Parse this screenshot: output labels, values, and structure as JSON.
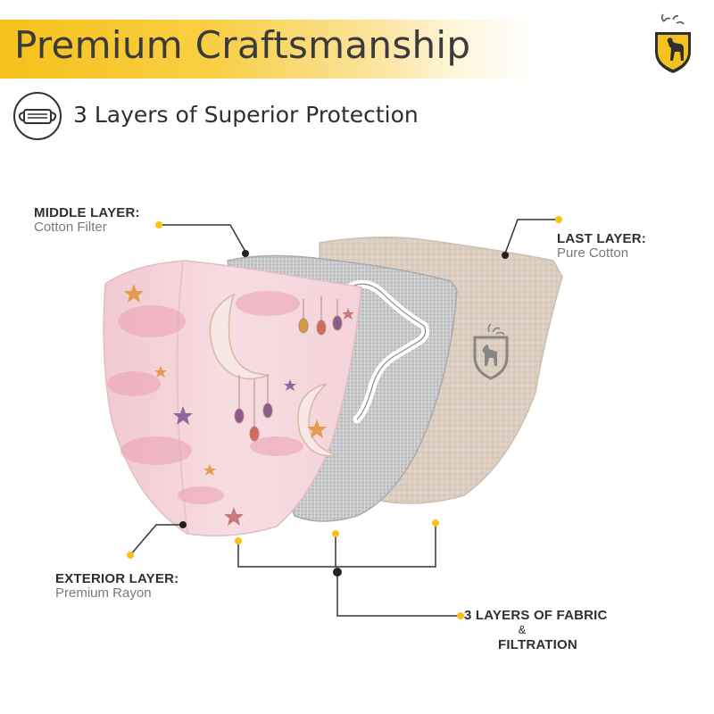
{
  "header": {
    "title": "Premium Craftsmanship",
    "logo_icon": "fawn-shield-logo-icon",
    "accent_color": "#f6c11a"
  },
  "subtitle": {
    "icon": "face-mask-icon",
    "text": "3 Layers of Superior Protection"
  },
  "labels": {
    "middle_layer": {
      "heading": "MIDDLE LAYER:",
      "detail": "Cotton Filter"
    },
    "last_layer": {
      "heading": "LAST LAYER:",
      "detail": "Pure Cotton"
    },
    "exterior_layer": {
      "heading": "EXTERIOR LAYER:",
      "detail": "Premium Rayon"
    },
    "fabric": {
      "line1": "3 LAYERS OF FABRIC",
      "line2": "&",
      "line3": "FILTRATION"
    }
  },
  "colors": {
    "dot_yellow": "#f6c11a",
    "exterior_fabric": "#f3d6dc",
    "middle_fabric": "#c9cacb",
    "last_fabric": "#dccfc1"
  }
}
